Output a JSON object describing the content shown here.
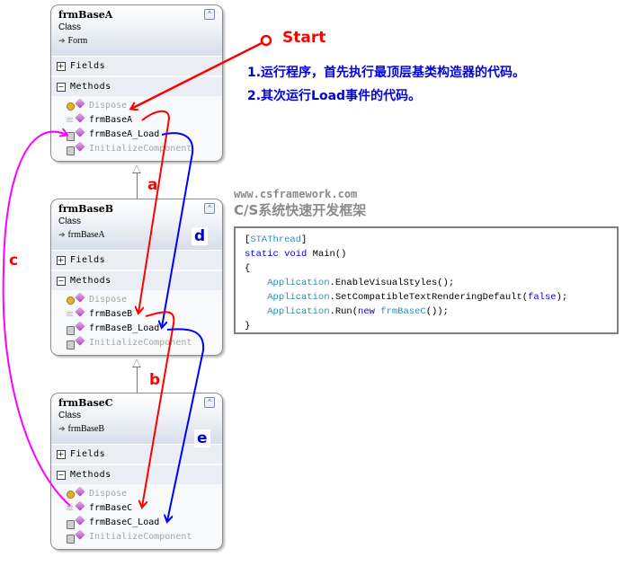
{
  "classes": [
    {
      "name": "frmBaseA",
      "kind": "Class",
      "base": "Form",
      "sections": {
        "fields": "Fields",
        "methods": "Methods"
      },
      "methods": [
        {
          "name": "Dispose",
          "access": "protected-override",
          "dim": true
        },
        {
          "name": "frmBaseA",
          "access": "public",
          "dim": false
        },
        {
          "name": "frmBaseA_Load",
          "access": "private",
          "dim": false
        },
        {
          "name": "InitializeComponent",
          "access": "private",
          "dim": true
        }
      ]
    },
    {
      "name": "frmBaseB",
      "kind": "Class",
      "base": "frmBaseA",
      "sections": {
        "fields": "Fields",
        "methods": "Methods"
      },
      "methods": [
        {
          "name": "Dispose",
          "access": "protected-override",
          "dim": true
        },
        {
          "name": "frmBaseB",
          "access": "public",
          "dim": false
        },
        {
          "name": "frmBaseB_Load",
          "access": "private",
          "dim": false
        },
        {
          "name": "InitializeComponent",
          "access": "private",
          "dim": true
        }
      ]
    },
    {
      "name": "frmBaseC",
      "kind": "Class",
      "base": "frmBaseB",
      "sections": {
        "fields": "Fields",
        "methods": "Methods"
      },
      "methods": [
        {
          "name": "Dispose",
          "access": "protected-override",
          "dim": true
        },
        {
          "name": "frmBaseC",
          "access": "public",
          "dim": false
        },
        {
          "name": "frmBaseC_Load",
          "access": "private",
          "dim": false
        },
        {
          "name": "InitializeComponent",
          "access": "private",
          "dim": true
        }
      ]
    }
  ],
  "icons": {
    "collapse": "⌃",
    "expanded": "−",
    "collapsed": "+",
    "base_arrow": "➔"
  },
  "annotations": {
    "start": "Start",
    "note1": "1.运行程序，首先执行最顶层基类构造器的代码。",
    "note2": "2.其次运行Load事件的代码。",
    "labels": {
      "a": "a",
      "b": "b",
      "c": "c",
      "d": "d",
      "e": "e"
    }
  },
  "watermark": {
    "url": "www.csframework.com",
    "tagline": "C/S系统快速开发框架"
  },
  "code": {
    "line1": {
      "open": "[",
      "attr": "STAThread",
      "close": "]"
    },
    "line2": {
      "kw1": "static",
      "kw2": "void",
      "rest": " Main()"
    },
    "line3": "{",
    "line4": {
      "ty": "Application",
      "rest": ".EnableVisualStyles();"
    },
    "line5": {
      "ty": "Application",
      "rest": ".SetCompatibleTextRenderingDefault(",
      "kw": "false",
      "end": ");"
    },
    "line6": {
      "ty": "Application",
      "mid": ".Run(",
      "kw": "new",
      "ty2": "frmBaseC",
      "end": "());"
    },
    "line7": "}"
  },
  "colors": {
    "constructor_flow": "#ff0000",
    "load_flow": "#0000ff",
    "c_flow": "#ff00ff"
  }
}
